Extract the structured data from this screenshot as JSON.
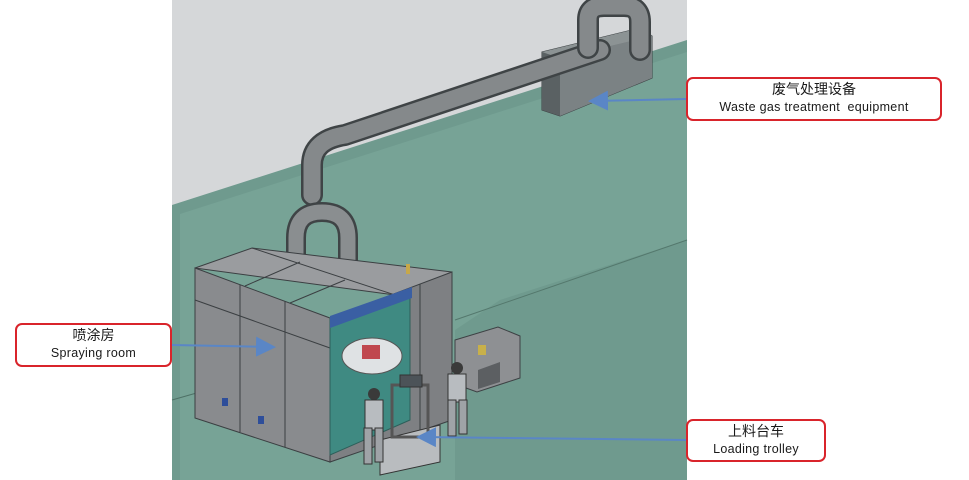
{
  "labels": {
    "waste_gas": {
      "zh": "废气处理设备",
      "en": "Waste gas treatment  equipment"
    },
    "spraying_room": {
      "zh": "喷涂房",
      "en": "Spraying room"
    },
    "loading_trolley": {
      "zh": "上料台车",
      "en": "Loading trolley"
    }
  },
  "colors": {
    "callout_border": "#d9242b",
    "arrow": "#5a86c6",
    "floor": "#6f9a8e",
    "booth": "#8d8f92",
    "door": "#3f8a82"
  }
}
